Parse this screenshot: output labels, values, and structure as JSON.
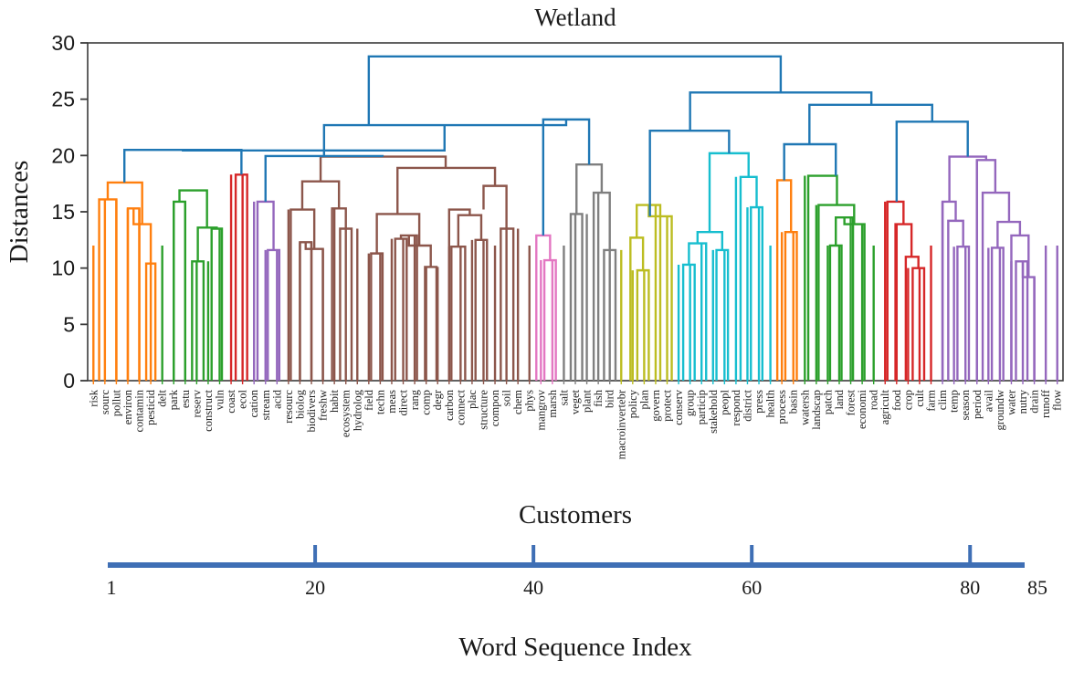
{
  "chart_data": {
    "type": "dendrogram",
    "title": "Wetland",
    "ylabel": "Distances",
    "xlabel_inner": "Customers",
    "xlabel_outer": "Word Sequence Index",
    "ylim": [
      0,
      30
    ],
    "yticks": [
      0,
      5,
      10,
      15,
      20,
      25,
      30
    ],
    "grid": false,
    "n_leaves": 85,
    "scalebar": {
      "start_label": "1",
      "end_label": "85",
      "ticks": [
        {
          "value": 20,
          "label": "20"
        },
        {
          "value": 40,
          "label": "40"
        },
        {
          "value": 60,
          "label": "60"
        },
        {
          "value": 80,
          "label": "80"
        }
      ],
      "color": "#3f6fb5"
    },
    "leaf_labels": [
      "risk",
      "sourc",
      "pollut",
      "environ",
      "contamin",
      "pesticid",
      "delt",
      "park",
      "estu",
      "reserv",
      "construct",
      "vuln",
      "coast",
      "ecol",
      "cation",
      "stream",
      "acid",
      "resourc",
      "biolog",
      "biodivers",
      "freshw",
      "habit",
      "ecosystem",
      "hydrolog",
      "field",
      "techn",
      "meas",
      "direct",
      "rang",
      "comp",
      "degr",
      "carbon",
      "connect",
      "plac",
      "structure",
      "compon",
      "soil",
      "chem",
      "phys",
      "mangrov",
      "marsh",
      "salt",
      "veget",
      "plant",
      "fish",
      "bird",
      "macroinvertebr",
      "policy",
      "plan",
      "govern",
      "protect",
      "conserv",
      "group",
      "particip",
      "stakehold",
      "peopl",
      "respond",
      "district",
      "press",
      "health",
      "process",
      "basin",
      "watersh",
      "landscap",
      "patch",
      "land",
      "forest",
      "economi",
      "road",
      "agricult",
      "food",
      "crop",
      "cult",
      "farm",
      "clim",
      "temp",
      "season",
      "period",
      "avail",
      "groundw",
      "water",
      "nutry",
      "drain",
      "runoff",
      "flow"
    ],
    "cluster_colors": {
      "blue": "#1f77b4",
      "orange": "#ff7f0e",
      "green": "#2ca02c",
      "red": "#d62728",
      "purple": "#9467bd",
      "brown": "#8c564b",
      "pink": "#e377c2",
      "gray": "#7f7f7f",
      "olive": "#bcbd22",
      "cyan": "#17becf"
    },
    "clusters": [
      {
        "color_name": "orange",
        "color": "#ff7f0e",
        "leaf_start": 1,
        "leaf_end": 6,
        "size": 6
      },
      {
        "color_name": "green",
        "color": "#2ca02c",
        "leaf_start": 7,
        "leaf_end": 12,
        "size": 6
      },
      {
        "color_name": "red",
        "color": "#d62728",
        "leaf_start": 13,
        "leaf_end": 14,
        "size": 2
      },
      {
        "color_name": "purple",
        "color": "#9467bd",
        "leaf_start": 15,
        "leaf_end": 17,
        "size": 3
      },
      {
        "color_name": "brown",
        "color": "#8c564b",
        "leaf_start": 18,
        "leaf_end": 39,
        "size": 22
      },
      {
        "color_name": "pink",
        "color": "#e377c2",
        "leaf_start": 40,
        "leaf_end": 41,
        "size": 2
      },
      {
        "color_name": "gray",
        "color": "#7f7f7f",
        "leaf_start": 42,
        "leaf_end": 46,
        "size": 5
      },
      {
        "color_name": "olive",
        "color": "#bcbd22",
        "leaf_start": 47,
        "leaf_end": 51,
        "size": 5
      },
      {
        "color_name": "cyan",
        "color": "#17becf",
        "leaf_start": 52,
        "leaf_end": 60,
        "size": 9
      },
      {
        "color_name": "orange",
        "color": "#ff7f0e",
        "leaf_start": 61,
        "leaf_end": 62,
        "size": 2
      },
      {
        "color_name": "green",
        "color": "#2ca02c",
        "leaf_start": 63,
        "leaf_end": 69,
        "size": 7
      },
      {
        "color_name": "red",
        "color": "#d62728",
        "leaf_start": 70,
        "leaf_end": 74,
        "size": 5
      },
      {
        "color_name": "purple",
        "color": "#9467bd",
        "leaf_start": 75,
        "leaf_end": 85,
        "size": 11
      }
    ],
    "links": [
      {
        "x1": 1.5,
        "x2": 3.0,
        "h": 16.1,
        "h1": 0,
        "h2": 0,
        "color": "#ff7f0e"
      },
      {
        "x1": 4.0,
        "x2": 5.0,
        "h": 15.3,
        "h1": 0,
        "h2": 0,
        "color": "#ff7f0e"
      },
      {
        "x1": 5.6,
        "x2": 6.4,
        "h": 10.4,
        "h1": 0,
        "h2": 0,
        "color": "#ff7f0e"
      },
      {
        "x1": 4.5,
        "x2": 6.0,
        "h": 13.9,
        "h1": 15.3,
        "h2": 10.4,
        "color": "#ff7f0e"
      },
      {
        "x1": 2.25,
        "x2": 5.25,
        "h": 17.6,
        "h1": 16.1,
        "h2": 13.9,
        "color": "#ff7f0e"
      },
      {
        "x1": 8.0,
        "x2": 9.0,
        "h": 15.9,
        "h1": 0,
        "h2": 0,
        "color": "#2ca02c"
      },
      {
        "x1": 9.6,
        "x2": 10.6,
        "h": 10.6,
        "h1": 0,
        "h2": 0,
        "color": "#2ca02c"
      },
      {
        "x1": 11.3,
        "x2": 12.2,
        "h": 13.5,
        "h1": 0,
        "h2": 0,
        "color": "#2ca02c"
      },
      {
        "x1": 10.1,
        "x2": 11.75,
        "h": 13.6,
        "h1": 10.6,
        "h2": 13.5,
        "color": "#2ca02c"
      },
      {
        "x1": 8.5,
        "x2": 10.9,
        "h": 16.9,
        "h1": 15.9,
        "h2": 13.6,
        "color": "#2ca02c"
      },
      {
        "x1": 13.4,
        "x2": 14.4,
        "h": 18.3,
        "h1": 0,
        "h2": 0,
        "color": "#d62728"
      },
      {
        "x1": 16.2,
        "x2": 17.2,
        "h": 11.6,
        "h1": 0,
        "h2": 0,
        "color": "#9467bd"
      },
      {
        "x1": 15.3,
        "x2": 16.7,
        "h": 15.9,
        "h1": 0,
        "h2": 11.6,
        "color": "#9467bd"
      },
      {
        "x1": 19.0,
        "x2": 20.0,
        "h": 12.3,
        "h1": 0,
        "h2": 0,
        "color": "#8c564b"
      },
      {
        "x1": 19.5,
        "x2": 21.0,
        "h": 11.7,
        "h1": 12.3,
        "h2": 0,
        "color": "#8c564b"
      },
      {
        "x1": 18.2,
        "x2": 20.25,
        "h": 15.2,
        "h1": 0,
        "h2": 11.7,
        "color": "#8c564b"
      },
      {
        "x1": 22.5,
        "x2": 23.5,
        "h": 13.5,
        "h1": 0,
        "h2": 0,
        "color": "#8c564b"
      },
      {
        "x1": 21.8,
        "x2": 23.0,
        "h": 15.3,
        "h1": 0,
        "h2": 13.5,
        "color": "#8c564b"
      },
      {
        "x1": 19.2,
        "x2": 22.4,
        "h": 17.7,
        "h1": 15.2,
        "h2": 15.3,
        "color": "#8c564b"
      },
      {
        "x1": 25.2,
        "x2": 26.2,
        "h": 11.3,
        "h1": 0,
        "h2": 0,
        "color": "#8c564b"
      },
      {
        "x1": 27.3,
        "x2": 28.3,
        "h": 12.6,
        "h1": 0,
        "h2": 0,
        "color": "#8c564b"
      },
      {
        "x1": 27.8,
        "x2": 29.2,
        "h": 12.9,
        "h1": 12.6,
        "h2": 0,
        "color": "#8c564b"
      },
      {
        "x1": 29.9,
        "x2": 30.9,
        "h": 10.1,
        "h1": 0,
        "h2": 0,
        "color": "#8c564b"
      },
      {
        "x1": 28.5,
        "x2": 30.4,
        "h": 12.0,
        "h1": 12.9,
        "h2": 10.1,
        "color": "#8c564b"
      },
      {
        "x1": 25.7,
        "x2": 29.4,
        "h": 14.8,
        "h1": 11.3,
        "h2": 12.0,
        "color": "#8c564b"
      },
      {
        "x1": 32.2,
        "x2": 33.4,
        "h": 11.9,
        "h1": 0,
        "h2": 0,
        "color": "#8c564b"
      },
      {
        "x1": 34.3,
        "x2": 35.3,
        "h": 12.5,
        "h1": 0,
        "h2": 0,
        "color": "#8c564b"
      },
      {
        "x1": 32.8,
        "x2": 34.8,
        "h": 14.7,
        "h1": 11.9,
        "h2": 12.5,
        "color": "#8c564b"
      },
      {
        "x1": 32.0,
        "x2": 33.8,
        "h": 15.2,
        "h1": 0,
        "h2": 14.7,
        "color": "#8c564b"
      },
      {
        "x1": 36.5,
        "x2": 37.6,
        "h": 13.5,
        "h1": 0,
        "h2": 0,
        "color": "#8c564b"
      },
      {
        "x1": 35.0,
        "x2": 37.0,
        "h": 17.3,
        "h1": 15.2,
        "h2": 13.5,
        "color": "#8c564b"
      },
      {
        "x1": 27.5,
        "x2": 36.0,
        "h": 18.9,
        "h1": 14.8,
        "h2": 17.3,
        "color": "#8c564b"
      },
      {
        "x1": 20.8,
        "x2": 31.7,
        "h": 19.9,
        "h1": 17.7,
        "h2": 18.9,
        "color": "#8c564b"
      },
      {
        "x1": 40.3,
        "x2": 41.3,
        "h": 10.7,
        "h1": 0,
        "h2": 0,
        "color": "#e377c2"
      },
      {
        "x1": 39.6,
        "x2": 40.8,
        "h": 12.9,
        "h1": 0,
        "h2": 10.7,
        "color": "#e377c2"
      },
      {
        "x1": 42.6,
        "x2": 43.6,
        "h": 14.8,
        "h1": 0,
        "h2": 0,
        "color": "#7f7f7f"
      },
      {
        "x1": 45.5,
        "x2": 46.5,
        "h": 11.6,
        "h1": 0,
        "h2": 0,
        "color": "#7f7f7f"
      },
      {
        "x1": 44.6,
        "x2": 46.0,
        "h": 16.7,
        "h1": 0,
        "h2": 11.6,
        "color": "#7f7f7f"
      },
      {
        "x1": 43.1,
        "x2": 45.3,
        "h": 19.2,
        "h1": 14.8,
        "h2": 16.7,
        "color": "#7f7f7f"
      },
      {
        "x1": 48.4,
        "x2": 49.4,
        "h": 9.8,
        "h1": 0,
        "h2": 0,
        "color": "#bcbd22"
      },
      {
        "x1": 47.8,
        "x2": 48.9,
        "h": 12.7,
        "h1": 0,
        "h2": 9.8,
        "color": "#bcbd22"
      },
      {
        "x1": 48.35,
        "x2": 50.4,
        "h": 15.6,
        "h1": 12.7,
        "h2": 0,
        "color": "#bcbd22"
      },
      {
        "x1": 49.4,
        "x2": 51.4,
        "h": 14.6,
        "h1": 15.6,
        "h2": 0,
        "color": "#bcbd22"
      },
      {
        "x1": 52.4,
        "x2": 53.4,
        "h": 10.3,
        "h1": 0,
        "h2": 0,
        "color": "#17becf"
      },
      {
        "x1": 52.9,
        "x2": 54.4,
        "h": 12.2,
        "h1": 10.3,
        "h2": 0,
        "color": "#17becf"
      },
      {
        "x1": 55.3,
        "x2": 56.3,
        "h": 11.6,
        "h1": 0,
        "h2": 0,
        "color": "#17becf"
      },
      {
        "x1": 53.65,
        "x2": 55.8,
        "h": 13.2,
        "h1": 12.2,
        "h2": 11.6,
        "color": "#17becf"
      },
      {
        "x1": 58.3,
        "x2": 59.3,
        "h": 15.4,
        "h1": 0,
        "h2": 0,
        "color": "#17becf"
      },
      {
        "x1": 57.4,
        "x2": 58.8,
        "h": 18.1,
        "h1": 0,
        "h2": 15.4,
        "color": "#17becf"
      },
      {
        "x1": 54.7,
        "x2": 58.1,
        "h": 20.2,
        "h1": 13.2,
        "h2": 18.1,
        "color": "#17becf"
      },
      {
        "x1": 61.3,
        "x2": 62.3,
        "h": 13.2,
        "h1": 0,
        "h2": 0,
        "color": "#ff7f0e"
      },
      {
        "x1": 60.6,
        "x2": 61.8,
        "h": 17.8,
        "h1": 0,
        "h2": 13.2,
        "color": "#ff7f0e"
      },
      {
        "x1": 65.2,
        "x2": 66.2,
        "h": 12.0,
        "h1": 0,
        "h2": 0,
        "color": "#2ca02c"
      },
      {
        "x1": 65.7,
        "x2": 67.2,
        "h": 14.5,
        "h1": 12.0,
        "h2": 0,
        "color": "#2ca02c"
      },
      {
        "x1": 66.45,
        "x2": 68.2,
        "h": 13.9,
        "h1": 14.5,
        "h2": 0,
        "color": "#2ca02c"
      },
      {
        "x1": 64.2,
        "x2": 67.3,
        "h": 15.6,
        "h1": 0,
        "h2": 13.9,
        "color": "#2ca02c"
      },
      {
        "x1": 63.3,
        "x2": 65.8,
        "h": 18.2,
        "h1": 0,
        "h2": 15.6,
        "color": "#2ca02c"
      },
      {
        "x1": 72.4,
        "x2": 73.4,
        "h": 10.0,
        "h1": 0,
        "h2": 0,
        "color": "#d62728"
      },
      {
        "x1": 71.8,
        "x2": 72.9,
        "h": 11.0,
        "h1": 0,
        "h2": 10.0,
        "color": "#d62728"
      },
      {
        "x1": 70.9,
        "x2": 72.3,
        "h": 13.9,
        "h1": 0,
        "h2": 11.0,
        "color": "#d62728"
      },
      {
        "x1": 70.2,
        "x2": 71.6,
        "h": 15.9,
        "h1": 0,
        "h2": 13.9,
        "color": "#d62728"
      },
      {
        "x1": 76.3,
        "x2": 77.3,
        "h": 11.9,
        "h1": 0,
        "h2": 0,
        "color": "#9467bd"
      },
      {
        "x1": 75.5,
        "x2": 76.8,
        "h": 14.2,
        "h1": 0,
        "h2": 11.9,
        "color": "#9467bd"
      },
      {
        "x1": 75.0,
        "x2": 76.15,
        "h": 15.9,
        "h1": 0,
        "h2": 14.2,
        "color": "#9467bd"
      },
      {
        "x1": 79.3,
        "x2": 80.3,
        "h": 11.8,
        "h1": 0,
        "h2": 0,
        "color": "#9467bd"
      },
      {
        "x1": 81.4,
        "x2": 82.4,
        "h": 10.6,
        "h1": 0,
        "h2": 0,
        "color": "#9467bd"
      },
      {
        "x1": 82.0,
        "x2": 83.0,
        "h": 9.2,
        "h1": 10.6,
        "h2": 0,
        "color": "#9467bd"
      },
      {
        "x1": 81.0,
        "x2": 82.5,
        "h": 12.9,
        "h1": 0,
        "h2": 9.2,
        "color": "#9467bd"
      },
      {
        "x1": 79.8,
        "x2": 81.75,
        "h": 14.1,
        "h1": 11.8,
        "h2": 12.9,
        "color": "#9467bd"
      },
      {
        "x1": 78.5,
        "x2": 80.8,
        "h": 16.7,
        "h1": 0,
        "h2": 14.1,
        "color": "#9467bd"
      },
      {
        "x1": 78.0,
        "x2": 79.6,
        "h": 19.6,
        "h1": 0,
        "h2": 16.7,
        "color": "#9467bd"
      },
      {
        "x1": 75.6,
        "x2": 78.8,
        "h": 19.9,
        "h1": 15.9,
        "h2": 19.6,
        "color": "#9467bd"
      },
      {
        "x1": 3.7,
        "x2": 13.9,
        "h": 20.5,
        "h1": 17.6,
        "h2": 18.3,
        "color": "#1f77b4",
        "lbranch": "orange-green-red"
      },
      {
        "x1": 16.0,
        "x2": 26.2,
        "h": 19.95,
        "h1": 15.9,
        "h2": 19.9,
        "color": "#1f77b4"
      },
      {
        "x1": 40.2,
        "x2": 44.2,
        "h": 23.2,
        "h1": 12.9,
        "h2": 19.2,
        "color": "#1f77b4"
      },
      {
        "x1": 21.1,
        "x2": 42.2,
        "h": 22.7,
        "h1": 19.95,
        "h2": 23.2,
        "color": "#1f77b4"
      },
      {
        "x1": 8.8,
        "x2": 31.6,
        "h": 20.45,
        "h1": 20.5,
        "h2": 22.7,
        "color": "#1f77b4",
        "_note": "hidden"
      },
      {
        "x1": 49.5,
        "x2": 56.4,
        "h": 22.2,
        "h1": 14.6,
        "h2": 20.2,
        "color": "#1f77b4"
      },
      {
        "x1": 61.2,
        "x2": 65.7,
        "h": 21.0,
        "h1": 17.8,
        "h2": 18.2,
        "color": "#1f77b4"
      },
      {
        "x1": 71.0,
        "x2": 77.2,
        "h": 23.0,
        "h1": 15.9,
        "h2": 19.9,
        "color": "#1f77b4"
      },
      {
        "x1": 63.4,
        "x2": 74.1,
        "h": 24.5,
        "h1": 21.0,
        "h2": 23.0,
        "color": "#1f77b4"
      },
      {
        "x1": 53.0,
        "x2": 68.8,
        "h": 25.6,
        "h1": 22.2,
        "h2": 24.5,
        "color": "#1f77b4"
      },
      {
        "x1": 25.0,
        "x2": 60.9,
        "h": 28.8,
        "h1": 22.7,
        "h2": 25.6,
        "color": "#1f77b4"
      }
    ]
  }
}
